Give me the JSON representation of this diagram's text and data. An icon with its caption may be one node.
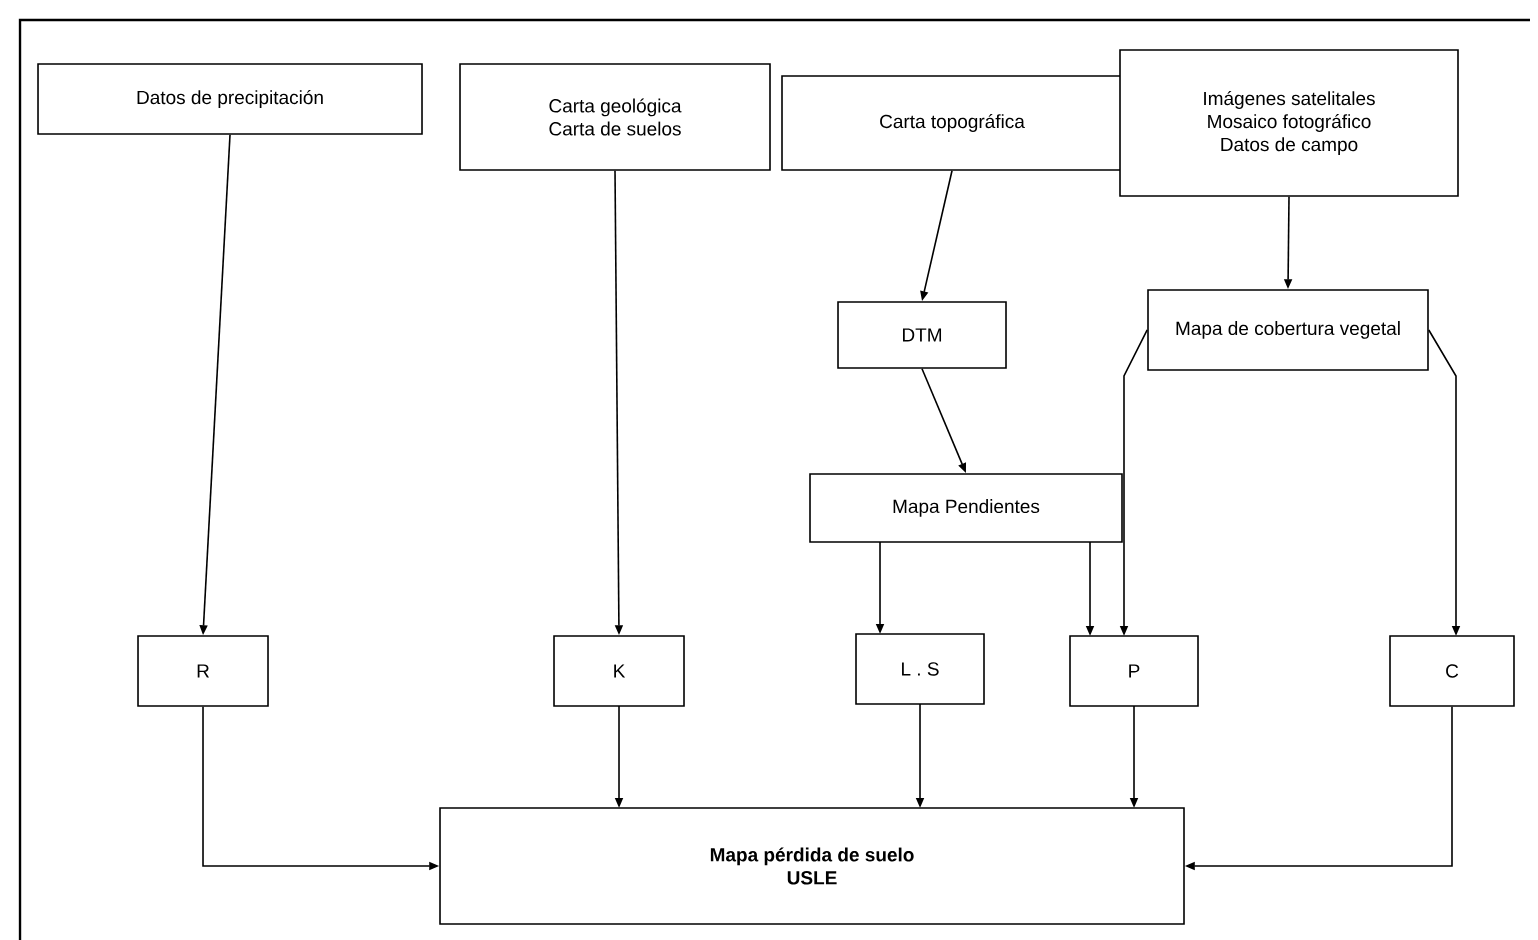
{
  "diagram": {
    "nodes": [
      {
        "text": [
          "Datos de precipitación"
        ]
      },
      {
        "text": [
          "Carta geológica",
          "Carta de suelos"
        ]
      },
      {
        "text": [
          "Carta topográfica"
        ]
      },
      {
        "text": [
          "Imágenes satelitales",
          "Mosaico fotográfico",
          "Datos de campo"
        ]
      },
      {
        "text": [
          "DTM"
        ]
      },
      {
        "text": [
          "Mapa de cobertura vegetal"
        ]
      },
      {
        "text": [
          "Mapa Pendientes"
        ]
      },
      {
        "text": [
          "R"
        ]
      },
      {
        "text": [
          "K"
        ]
      },
      {
        "text": [
          "L . S"
        ]
      },
      {
        "text": [
          "P"
        ]
      },
      {
        "text": [
          "C"
        ]
      },
      {
        "text": [
          "**Mapa pérdida de suelo**",
          "**USLE**"
        ]
      }
    ],
    "edges": [
      {
        "from": 0,
        "to": 7,
        "arrow": "to"
      },
      {
        "from": 1,
        "to": 8,
        "arrow": "to"
      },
      {
        "from": 2,
        "to": 4,
        "arrow": "to"
      },
      {
        "from": 3,
        "to": 5,
        "arrow": "to"
      },
      {
        "from": 4,
        "to": 6,
        "arrow": "to"
      },
      {
        "from": 6,
        "to": 9,
        "arrow": "to"
      },
      {
        "from": 6,
        "to": 10,
        "arrow": "to"
      },
      {
        "from": 5,
        "to": 10,
        "arrow": "to"
      },
      {
        "from": 5,
        "to": 11,
        "arrow": "to"
      },
      {
        "from": 7,
        "to": 12,
        "arrow": "to"
      },
      {
        "from": 8,
        "to": 12,
        "arrow": "to"
      },
      {
        "from": 9,
        "to": 12,
        "arrow": "to"
      },
      {
        "from": 10,
        "to": 12,
        "arrow": "to"
      },
      {
        "from": 11,
        "to": 12,
        "arrow": "to"
      }
    ]
  }
}
